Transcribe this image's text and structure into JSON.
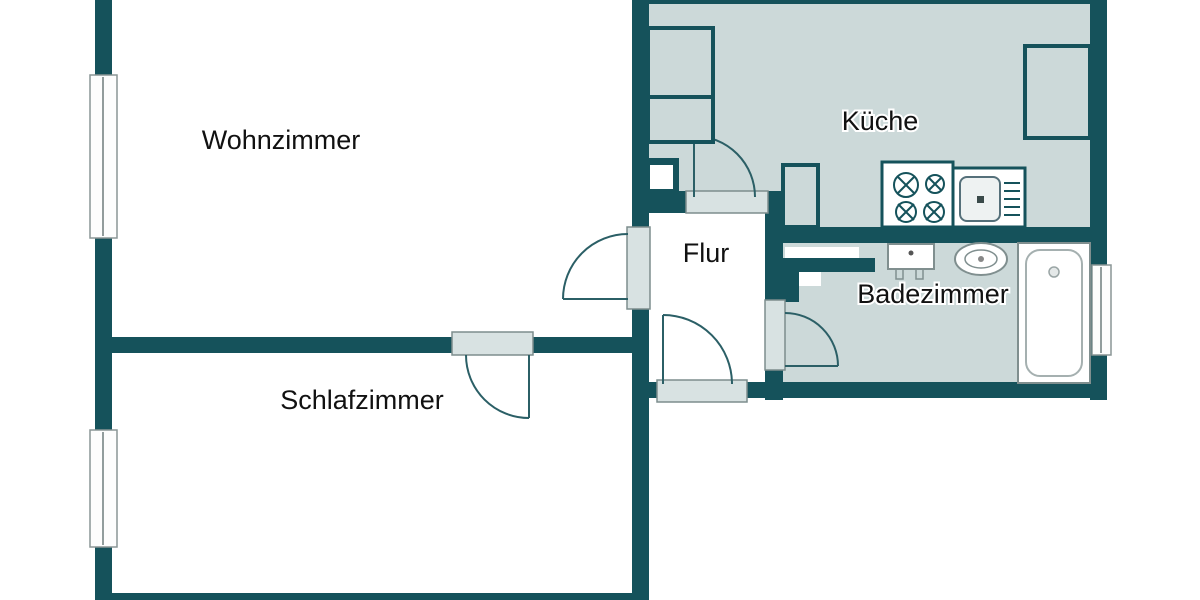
{
  "plan": {
    "type": "apartment-floor-plan",
    "rooms": [
      {
        "id": "wohnzimmer",
        "label": "Wohnzimmer"
      },
      {
        "id": "schlafzimmer",
        "label": "Schlafzimmer"
      },
      {
        "id": "flur",
        "label": "Flur"
      },
      {
        "id": "kueche",
        "label": "Küche"
      },
      {
        "id": "badezimmer",
        "label": "Badezimmer"
      }
    ],
    "fixtures": [
      "kitchen-cabinet-top-left-upper",
      "kitchen-cabinet-top-left-lower",
      "kitchen-cabinet-bottom-left",
      "kitchen-cabinet-top-right",
      "stove-icon",
      "kitchen-sink-icon",
      "washbasin-icon",
      "toilet-icon",
      "bathtub-icon",
      "duct-shaft"
    ],
    "window_count": 3,
    "door_count": 5,
    "colors": {
      "wall": "#15525b",
      "wet_room_fill": "#ccd9d9",
      "door_fill": "#d8e2e2",
      "fixture_outline": "#808f8f",
      "label_text": "#111111",
      "background": "#ffffff"
    }
  }
}
